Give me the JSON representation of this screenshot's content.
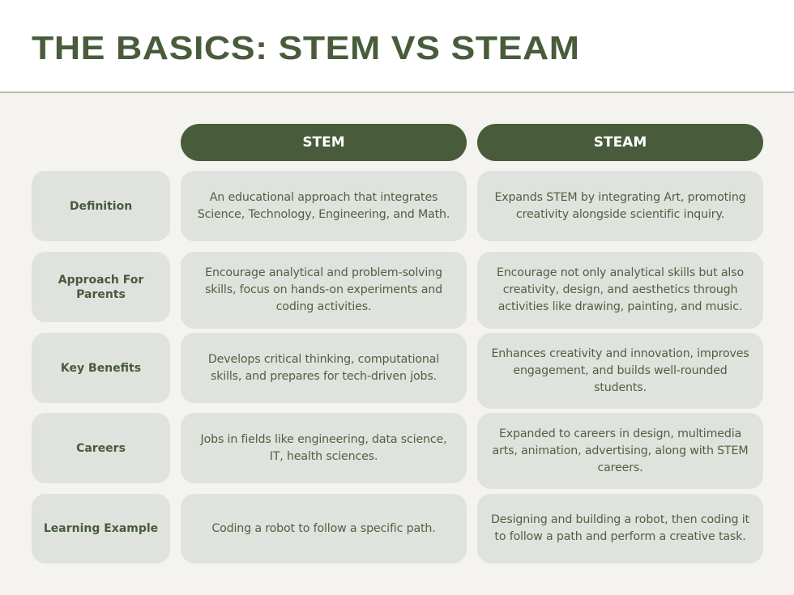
{
  "page": {
    "title": "THE BASICS: STEM VS STEAM"
  },
  "colors": {
    "accent": "#485c3b",
    "background": "#f4f3ef",
    "cell_background": "#e0e3dd",
    "header_background": "#ffffff",
    "text": "#4f6044"
  },
  "table": {
    "columns": [
      "STEM",
      "STEAM"
    ],
    "rows": [
      {
        "label": "Definition",
        "stem": "An educational approach that integrates Science, Technology, Engineering, and Math.",
        "steam": "Expands STEM by integrating Art, promoting creativity alongside scientific inquiry."
      },
      {
        "label": "Approach For Parents",
        "stem": "Encourage analytical and problem-solving skills, focus on hands-on experiments and coding activities.",
        "steam": "Encourage not only analytical skills but also creativity, design, and aesthetics through activities like drawing, painting, and music."
      },
      {
        "label": "Key Benefits",
        "stem": "Develops critical thinking, computational skills, and prepares for tech-driven jobs.",
        "steam": "Enhances creativity and innovation, improves engagement, and builds well-rounded students."
      },
      {
        "label": "Careers",
        "stem": "Jobs in fields like engineering, data science, IT, health sciences.",
        "steam": "Expanded to careers in design, multimedia arts, animation, advertising, along with STEM careers."
      },
      {
        "label": "Learning Example",
        "stem": "Coding a robot to follow a specific path.",
        "steam": "Designing and building a robot, then coding it to follow a path and perform a creative task."
      }
    ]
  }
}
